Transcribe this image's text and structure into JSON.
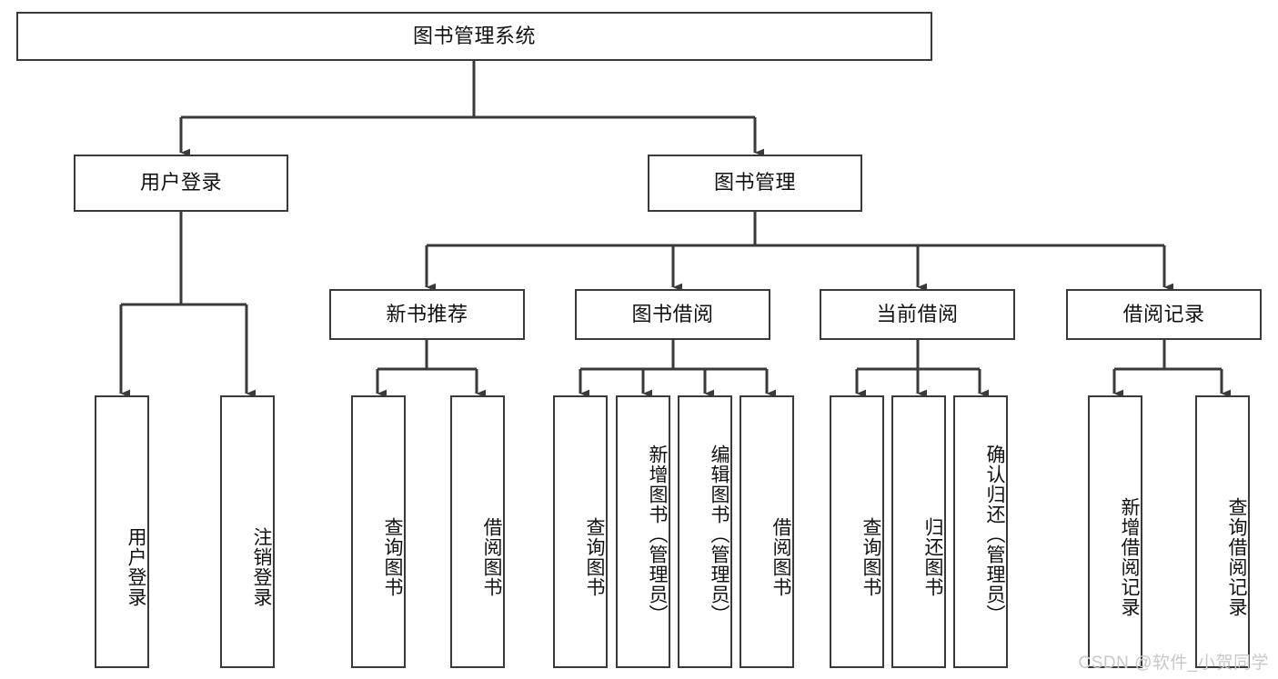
{
  "diagram": {
    "title": "图书管理系统",
    "type": "tree-hierarchy-diagram",
    "watermark": "CSDN @软件_小贺同学",
    "colors": {
      "background": "#ffffff",
      "box_border": "#3a3a3a",
      "connector": "#3a3a3a",
      "text": "#111111",
      "watermark": "#c8c8c8"
    },
    "root": {
      "label": "图书管理系统"
    },
    "level2": [
      {
        "label": "用户登录"
      },
      {
        "label": "图书管理"
      }
    ],
    "level3": [
      {
        "label": "新书推荐"
      },
      {
        "label": "图书借阅"
      },
      {
        "label": "当前借阅"
      },
      {
        "label": "借阅记录"
      }
    ],
    "leaves": {
      "user_login": [
        {
          "label": "用户登录"
        },
        {
          "label": "注销登录"
        }
      ],
      "new_book_recommend": [
        {
          "label": "查询图书"
        },
        {
          "label": "借阅图书"
        }
      ],
      "book_borrow": [
        {
          "label": "查询图书"
        },
        {
          "label": "新增图书（管理员）"
        },
        {
          "label": "编辑图书（管理员）"
        },
        {
          "label": "借阅图书"
        }
      ],
      "current_borrow": [
        {
          "label": "查询图书"
        },
        {
          "label": "归还图书"
        },
        {
          "label": "确认归还（管理员）"
        }
      ],
      "borrow_record": [
        {
          "label": "新增借阅记录"
        },
        {
          "label": "查询借阅记录"
        }
      ]
    }
  }
}
